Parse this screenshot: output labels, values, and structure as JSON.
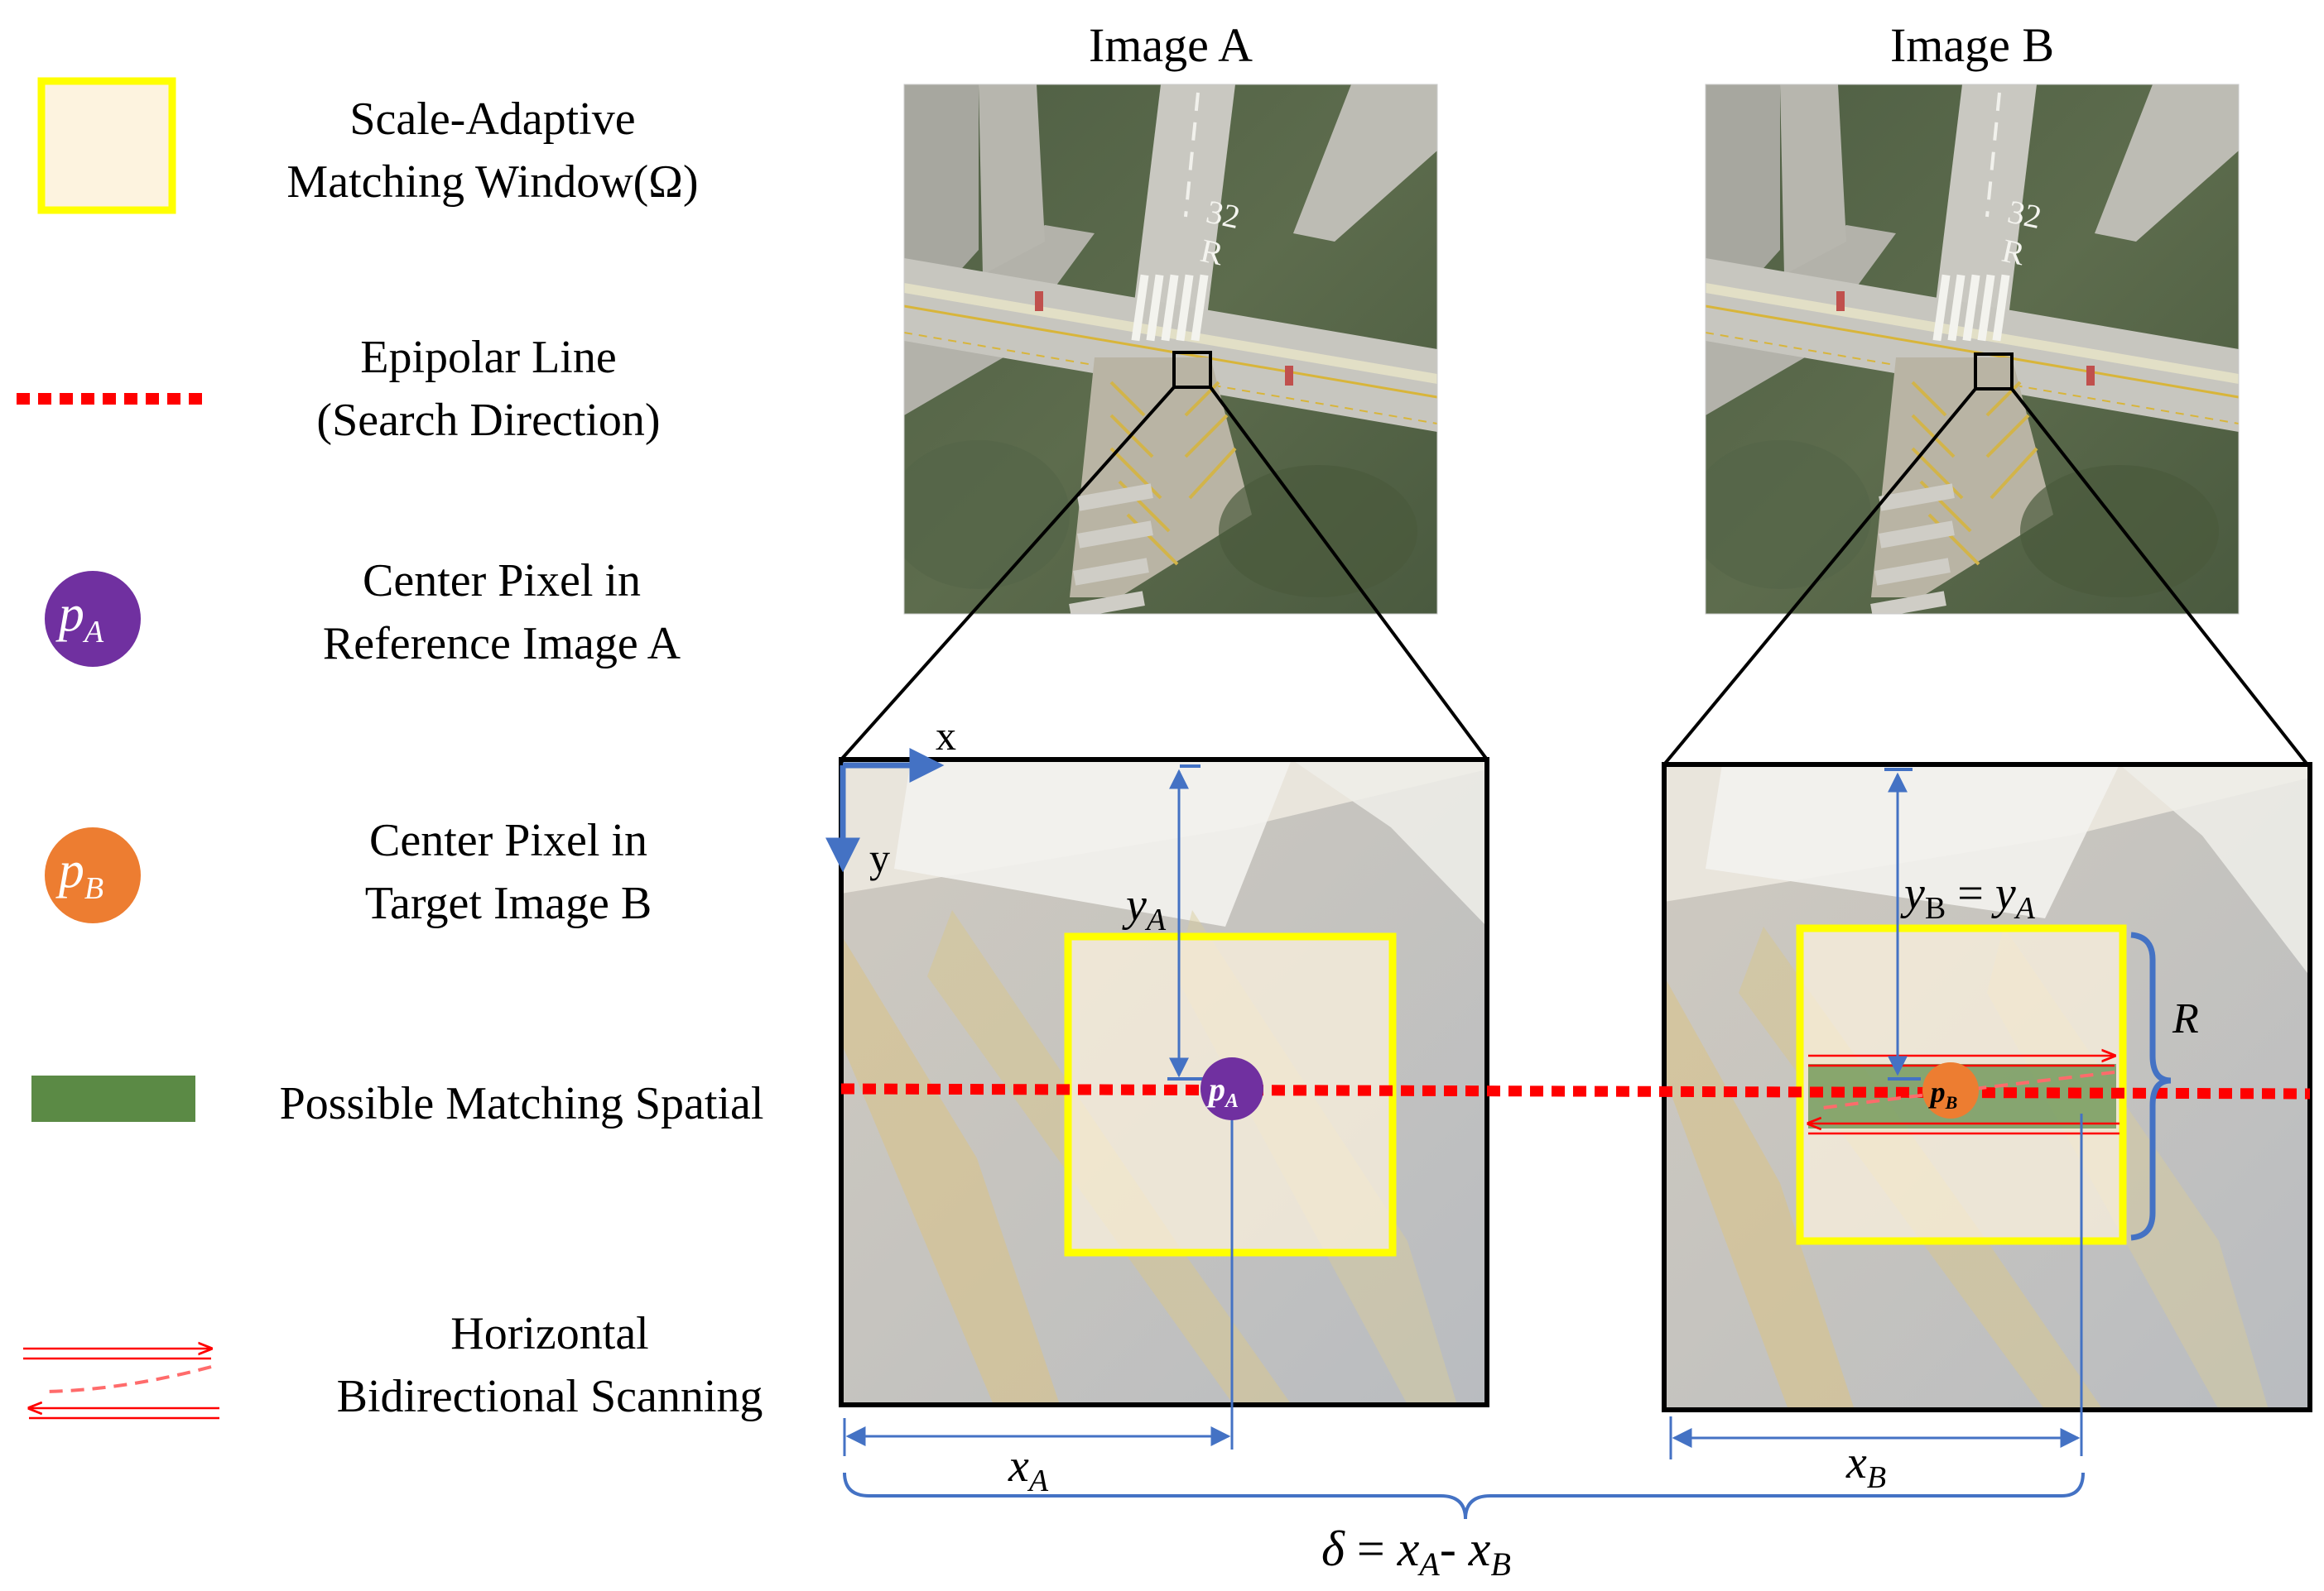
{
  "titles": {
    "image_a": "Image A",
    "image_b": "Image B"
  },
  "legend": {
    "window": {
      "line1": "Scale-Adaptive",
      "line2": "Matching Window(Ω)"
    },
    "epipolar": {
      "line1": "Epipolar Line",
      "line2": "(Search Direction)"
    },
    "pa": {
      "symbol": "p",
      "sub": "A",
      "line1": "Center Pixel in",
      "line2": "Reference Image A"
    },
    "pb": {
      "symbol": "p",
      "sub": "B",
      "line1": "Center Pixel in",
      "line2": "Target Image B"
    },
    "spatial": {
      "line1": "Possible Matching Spatial"
    },
    "scan": {
      "line1": "Horizontal",
      "line2": "Bidirectional Scanning"
    }
  },
  "axes": {
    "x": "x",
    "y": "y"
  },
  "labels": {
    "y_a_var": "y",
    "y_a_sub": "A",
    "y_b_var": "y",
    "y_b_sub": "B",
    "y_b_eq": " = ",
    "y_b_rhs_var": "y",
    "y_b_rhs_sub": "A",
    "r": "R",
    "x_a_var": "x",
    "x_a_sub": "A",
    "x_b_var": "x",
    "x_b_sub": "B",
    "pa_var": "p",
    "pa_sub": "A",
    "pb_var": "p",
    "pb_sub": "B",
    "delta": "δ",
    "delta_eq": " = ",
    "delta_xa": "x",
    "delta_xa_sub": "A",
    "delta_minus": "- ",
    "delta_xb": "x",
    "delta_xb_sub": "B"
  },
  "runway": {
    "number": "32",
    "letter": "R"
  },
  "colors": {
    "window_stroke": "#ffff00",
    "window_fill": "#fdf3df",
    "epipolar": "#ff0000",
    "pa": "#7030a0",
    "pb": "#ed7d31",
    "spatial": "#5b8a45",
    "dimension": "#4472c4",
    "scan": "#ff0000"
  }
}
